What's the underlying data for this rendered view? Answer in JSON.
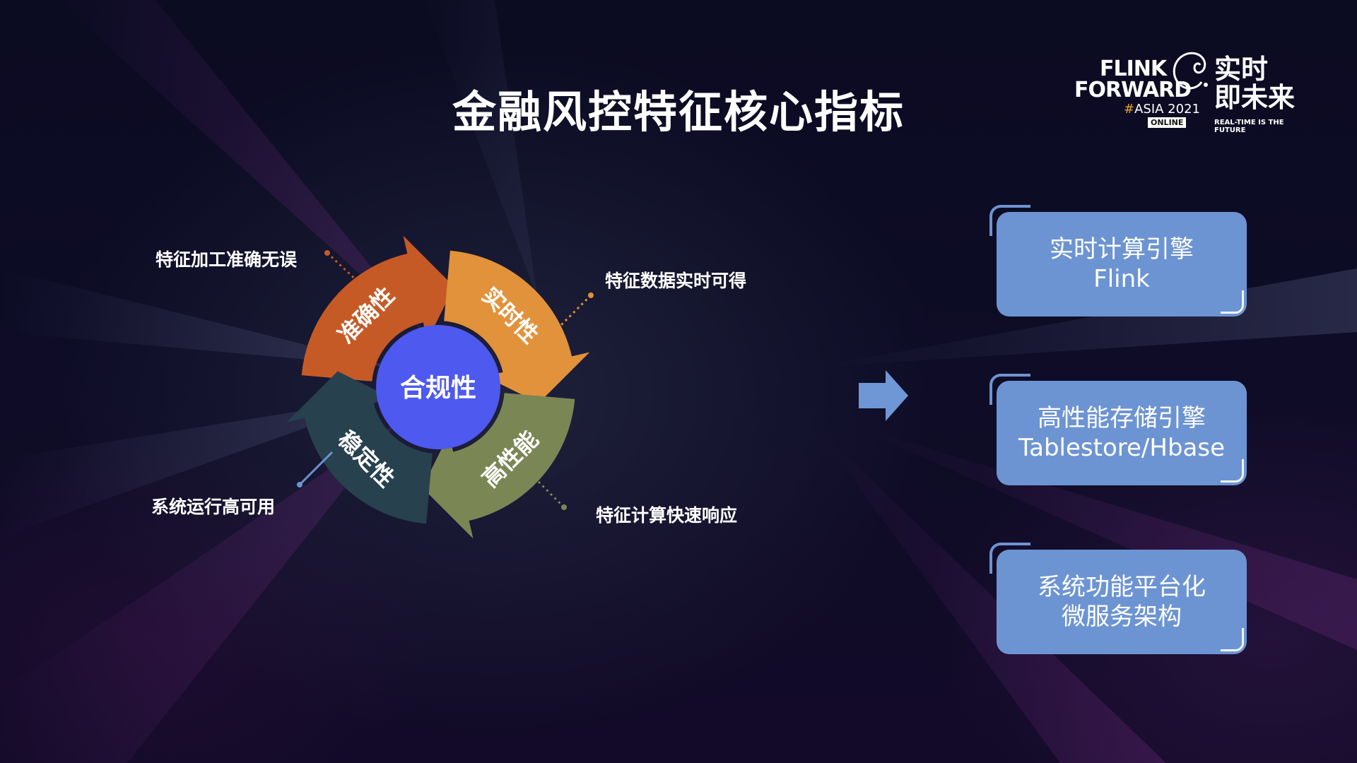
{
  "title": "金融风控特征核心指标",
  "logo": {
    "flink": "FLINK",
    "forward": "FORWARD",
    "asia_hash": "#",
    "asia": "ASIA 2021",
    "online": "ONLINE",
    "cn_line1": "实时",
    "cn_line2": "即未来",
    "tagline": "REAL-TIME IS THE FUTURE"
  },
  "cycle": {
    "center": "合规性",
    "segments": [
      {
        "label": "准确性",
        "color": "#c65a26"
      },
      {
        "label": "实时性",
        "color": "#e1923a"
      },
      {
        "label": "高性能",
        "color": "#7b8655"
      },
      {
        "label": "稳定性",
        "color": "#27414f"
      }
    ],
    "center_color": "#4e59f0"
  },
  "annotations": {
    "accuracy": "特征加工准确无误",
    "realtime": "特征数据实时可得",
    "performance": "特征计算快速响应",
    "stability": "系统运行高可用"
  },
  "cards": [
    {
      "line1": "实时计算引擎",
      "line2": "Flink"
    },
    {
      "line1": "高性能存储引擎",
      "line2": "Tablestore/Hbase"
    },
    {
      "line1": "系统功能平台化",
      "line2": "微服务架构"
    }
  ],
  "colors": {
    "card": "#6d94d2",
    "arrow": "#6f97d6"
  }
}
